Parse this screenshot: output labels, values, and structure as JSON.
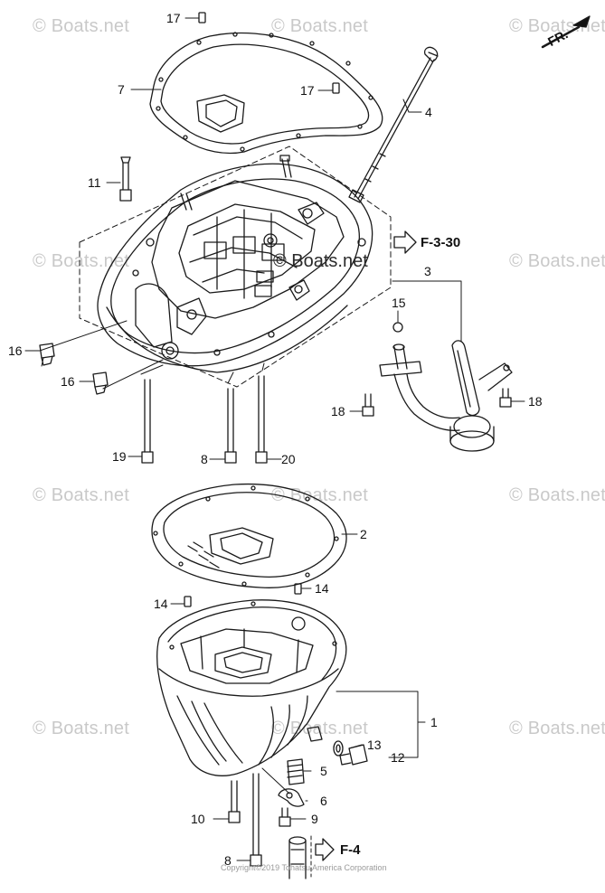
{
  "watermark": {
    "text": "© Boats.net",
    "center_text": "© Boats.net"
  },
  "orientation": {
    "label": "FR."
  },
  "references": {
    "upper": "F-3-30",
    "lower": "F-4"
  },
  "copyright": "Copyright©2019 Tohatsu America Corporation",
  "callouts": {
    "c17a": "17",
    "c17b": "17",
    "c7": "7",
    "c4": "4",
    "c11": "11",
    "c3": "3",
    "c15": "15",
    "c16a": "16",
    "c16b": "16",
    "c18a": "18",
    "c18b": "18",
    "c19": "19",
    "c8a": "8",
    "c20": "20",
    "c2": "2",
    "c14a": "14",
    "c14b": "14",
    "c1": "1",
    "c13": "13",
    "c12": "12",
    "c5": "5",
    "c6": "6",
    "c10": "10",
    "c9": "9",
    "c8b": "8"
  },
  "colors": {
    "line": "#1a1a1a",
    "watermark": "#c9c9c9",
    "background": "#ffffff"
  }
}
